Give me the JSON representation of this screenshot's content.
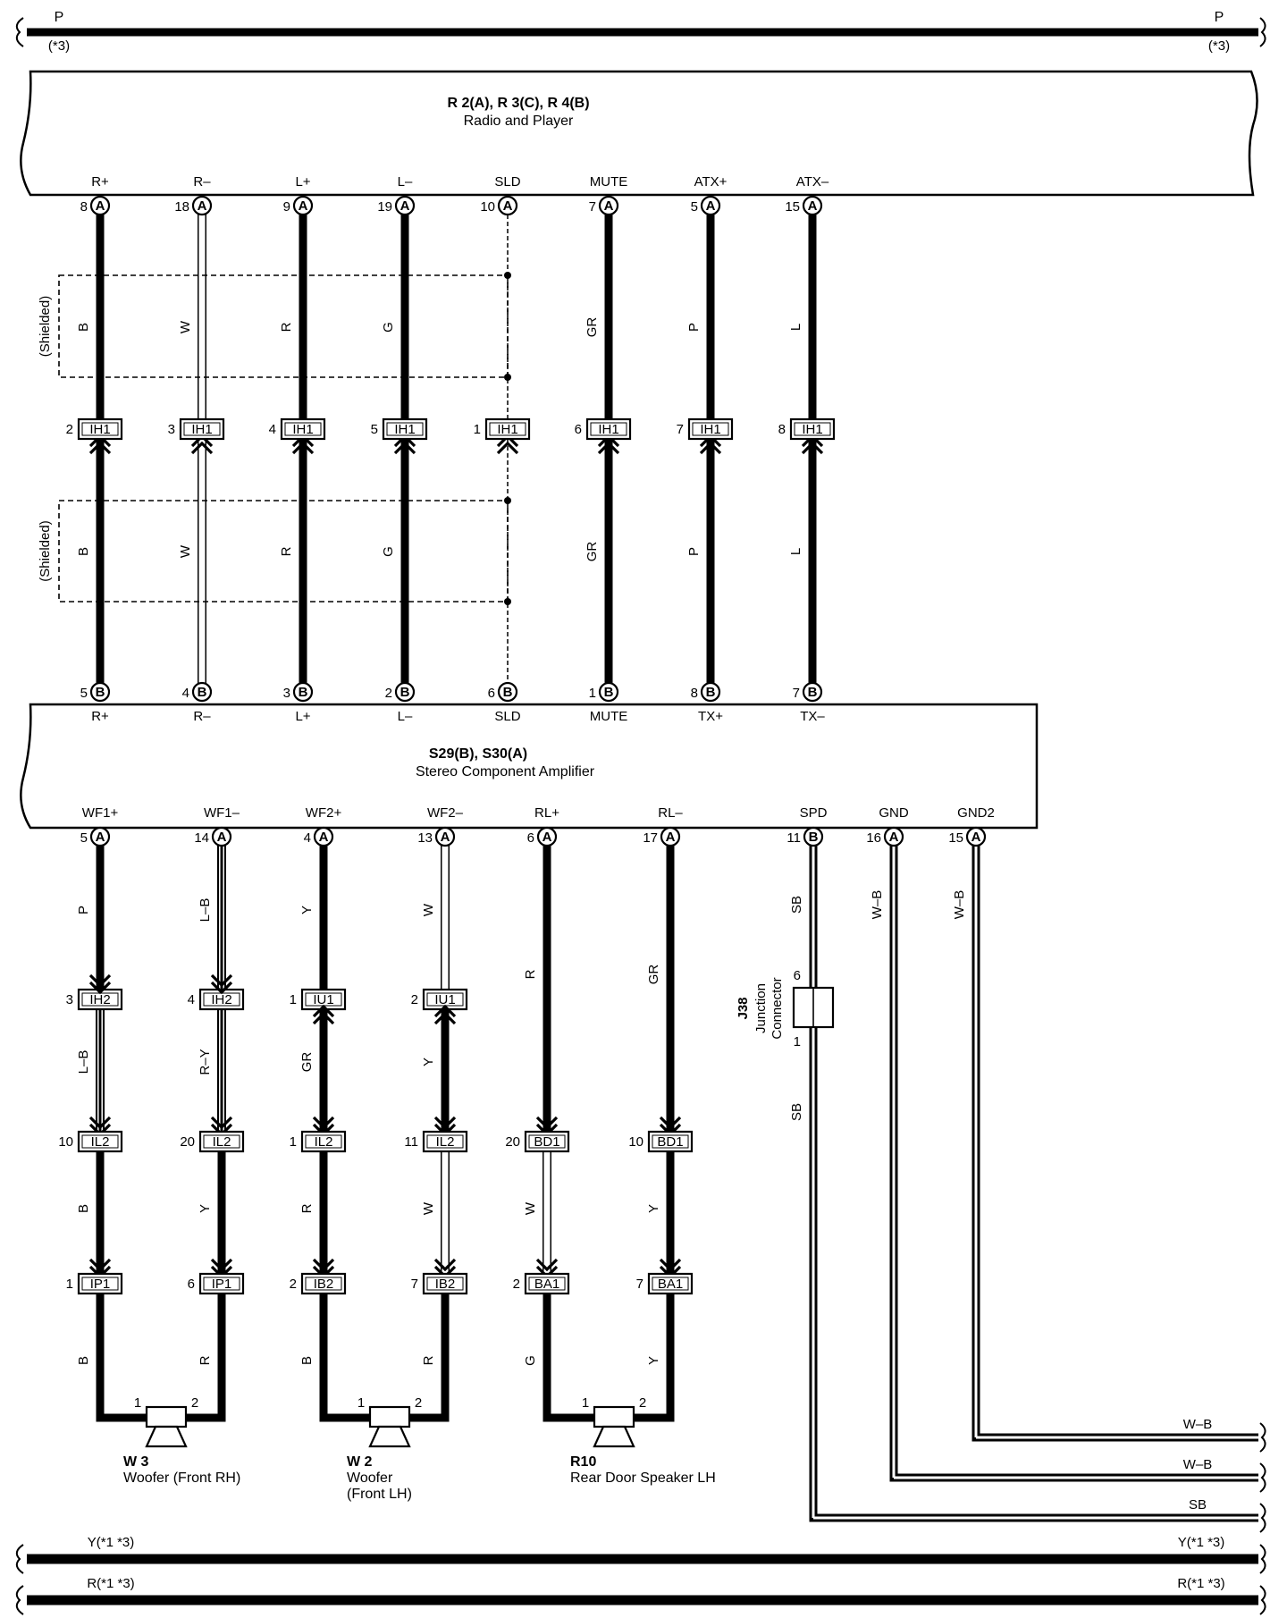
{
  "top_bus": {
    "left_label": "P",
    "right_label": "P",
    "left_note": "(*3)",
    "right_note": "(*3)"
  },
  "radio": {
    "code": "R 2(A), R 3(C), R 4(B)",
    "name": "Radio and Player"
  },
  "amp": {
    "code": "S29(B), S30(A)",
    "name": "Stereo Component Amplifier"
  },
  "shielded_label": "(Shielded)",
  "upper_circuits": [
    {
      "top_pin": "8",
      "top_label": "R+",
      "wire_upper": "B",
      "wire_lower": "B",
      "ih_pin": "2",
      "bot_pin": "5",
      "bot_label": "R+"
    },
    {
      "top_pin": "18",
      "top_label": "R–",
      "wire_upper": "W",
      "wire_lower": "W",
      "ih_pin": "3",
      "bot_pin": "4",
      "bot_label": "R–"
    },
    {
      "top_pin": "9",
      "top_label": "L+",
      "wire_upper": "R",
      "wire_lower": "R",
      "ih_pin": "4",
      "bot_pin": "3",
      "bot_label": "L+"
    },
    {
      "top_pin": "19",
      "top_label": "L–",
      "wire_upper": "G",
      "wire_lower": "G",
      "ih_pin": "5",
      "bot_pin": "2",
      "bot_label": "L–"
    },
    {
      "top_pin": "10",
      "top_label": "SLD",
      "wire_upper": "",
      "wire_lower": "",
      "ih_pin": "1",
      "bot_pin": "6",
      "bot_label": "SLD"
    },
    {
      "top_pin": "7",
      "top_label": "MUTE",
      "wire_upper": "GR",
      "wire_lower": "GR",
      "ih_pin": "6",
      "bot_pin": "1",
      "bot_label": "MUTE"
    },
    {
      "top_pin": "5",
      "top_label": "ATX+",
      "wire_upper": "P",
      "wire_lower": "P",
      "ih_pin": "7",
      "bot_pin": "8",
      "bot_label": "TX+"
    },
    {
      "top_pin": "15",
      "top_label": "ATX–",
      "wire_upper": "L",
      "wire_lower": "L",
      "ih_pin": "8",
      "bot_pin": "7",
      "bot_label": "TX–"
    }
  ],
  "ih1_name": "IH1",
  "conn_letter_a": "A",
  "conn_letter_b": "B",
  "lower_circuits": [
    {
      "label": "WF1+",
      "pin": "5",
      "w1": "P",
      "c1": "IH2",
      "p1": "3",
      "w2": "L–B",
      "c2": "IL2",
      "p2": "10",
      "w3": "B",
      "c3": "IP1",
      "p3": "1",
      "w4": "B"
    },
    {
      "label": "WF1–",
      "pin": "14",
      "w1": "L–B",
      "c1": "IH2",
      "p1": "4",
      "w2": "R–Y",
      "c2": "IL2",
      "p2": "20",
      "w3": "Y",
      "c3": "IP1",
      "p3": "6",
      "w4": "R"
    },
    {
      "label": "WF2+",
      "pin": "4",
      "w1": "Y",
      "c1": "IU1",
      "p1": "1",
      "w2": "GR",
      "c2": "IL2",
      "p2": "1",
      "w3": "R",
      "c3": "IB2",
      "p3": "2",
      "w4": "B"
    },
    {
      "label": "WF2–",
      "pin": "13",
      "w1": "W",
      "c1": "IU1",
      "p1": "2",
      "w2": "Y",
      "c2": "IL2",
      "p2": "11",
      "w3": "W",
      "c3": "IB2",
      "p3": "7",
      "w4": "R"
    },
    {
      "label": "RL+",
      "pin": "6",
      "w1": "R",
      "c1": "",
      "p1": "",
      "w2": "",
      "c2": "BD1",
      "p2": "20",
      "w3": "W",
      "c3": "BA1",
      "p3": "2",
      "w4": "G"
    },
    {
      "label": "RL–",
      "pin": "17",
      "w1": "GR",
      "c1": "",
      "p1": "",
      "w2": "",
      "c2": "BD1",
      "p2": "10",
      "w3": "Y",
      "c3": "BA1",
      "p3": "7",
      "w4": "Y"
    }
  ],
  "right_circuits": [
    {
      "label": "SPD",
      "pin": "11",
      "conn": "B",
      "wire": "SB"
    },
    {
      "label": "GND",
      "pin": "16",
      "conn": "A",
      "wire": "W–B"
    },
    {
      "label": "GND2",
      "pin": "15",
      "conn": "A",
      "wire": "W–B"
    }
  ],
  "junction": {
    "code": "J38",
    "line1": "Junction",
    "line2": "Connector",
    "pin_top": "6",
    "pin_bottom": "1",
    "wire_below": "SB"
  },
  "speakers": [
    {
      "code": "W 3",
      "name": "Woofer (Front RH)",
      "name2": "",
      "pin1": "1",
      "pin2": "2"
    },
    {
      "code": "W 2",
      "name": "Woofer",
      "name2": "(Front LH)",
      "pin1": "1",
      "pin2": "2"
    },
    {
      "code": "R10",
      "name": "Rear Door Speaker LH",
      "name2": "",
      "pin1": "1",
      "pin2": "2"
    }
  ],
  "right_exits": [
    "W–B",
    "W–B",
    "SB"
  ],
  "bottom_buses": [
    {
      "left": "Y(*1 *3)",
      "right": "Y(*1 *3)"
    },
    {
      "left": "R(*1 *3)",
      "right": "R(*1 *3)"
    }
  ]
}
